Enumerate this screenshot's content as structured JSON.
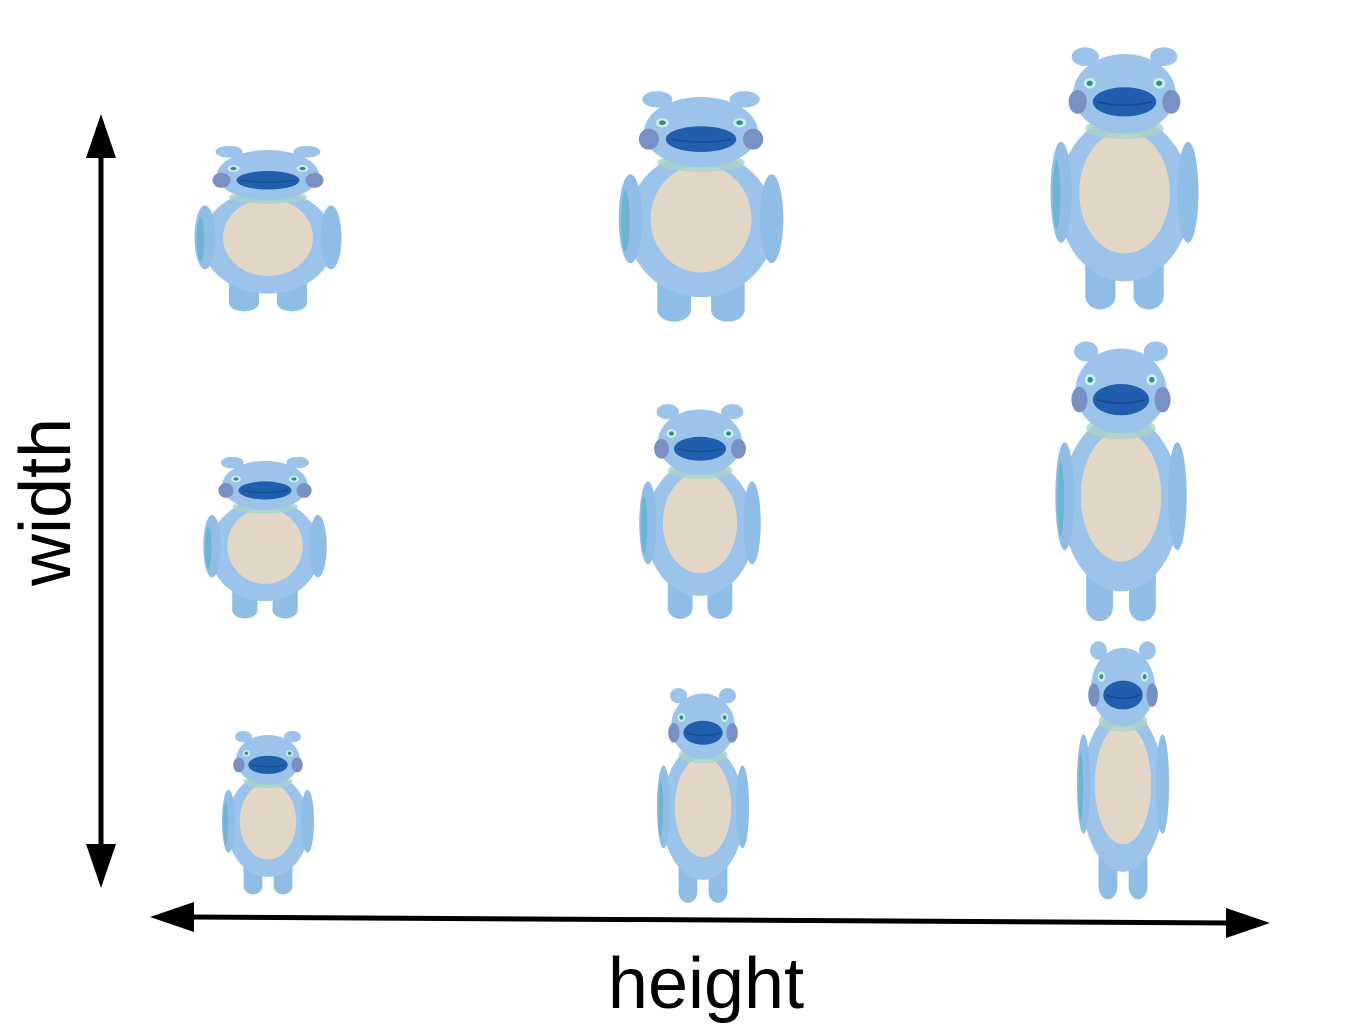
{
  "axes": {
    "vertical_label": "width",
    "horizontal_label": "height"
  },
  "colors": {
    "bear_fur": "#9cc4ea",
    "bear_belly": "#e2d7c7",
    "bear_nose": "#1f5fae",
    "arrow": "#000000"
  },
  "figure": {
    "rows": 3,
    "columns": 3,
    "subject": "blue-bear-icon"
  }
}
